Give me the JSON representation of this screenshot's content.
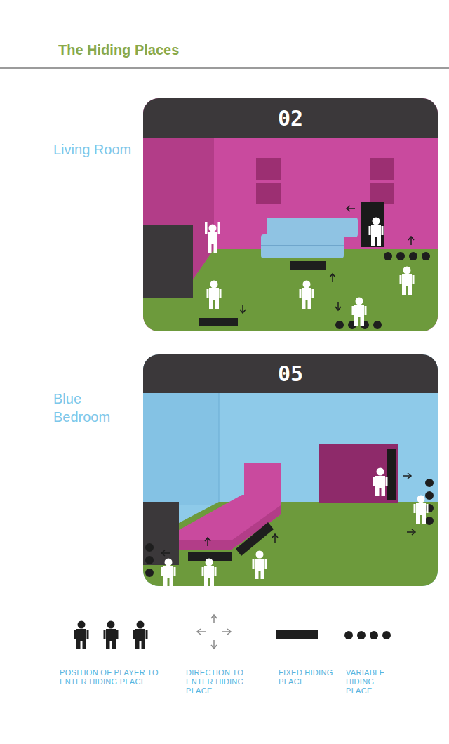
{
  "diagram": {
    "title": "The Hiding Places",
    "nodes": [
      {
        "text": [
          "Living Room",
          "02"
        ]
      },
      {
        "text": [
          "Blue Bedroom",
          "05"
        ]
      }
    ],
    "legend": [
      {
        "text": "POSITION OF PLAYER TO ENTER HIDING PLACE"
      },
      {
        "text": "DIRECTION TO ENTER HIDING PLACE"
      },
      {
        "text": "FIXED HIDING PLACE"
      },
      {
        "text": "VARIABLE HIDING PLACE"
      }
    ]
  }
}
